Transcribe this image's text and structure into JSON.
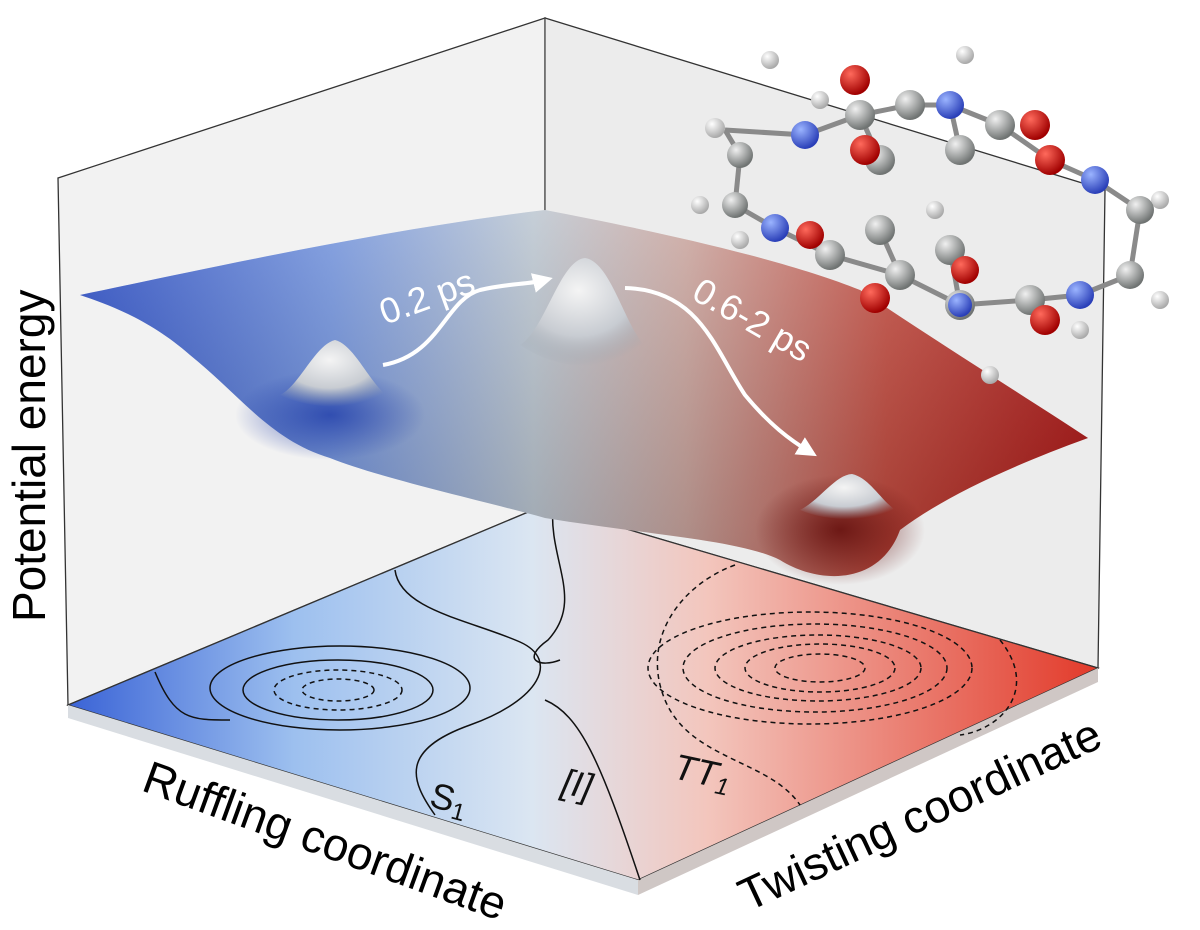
{
  "axes": {
    "z_label": "Potential energy",
    "x_label": "Ruffling coordinate",
    "y_label": "Twisting coordinate"
  },
  "arrows": {
    "first_time": "0.2 ps",
    "second_time": "0.6-2 ps"
  },
  "regions": {
    "left_state": "S",
    "left_state_sub": "1",
    "middle_state": "[I]",
    "right_state": "TT",
    "right_state_sub": "1"
  },
  "colors": {
    "blue": "#2f55c8",
    "red": "#b3191c",
    "neutral": "#c9c9c9",
    "floor_blue": "#3a63d6",
    "floor_red": "#e23a2a"
  }
}
